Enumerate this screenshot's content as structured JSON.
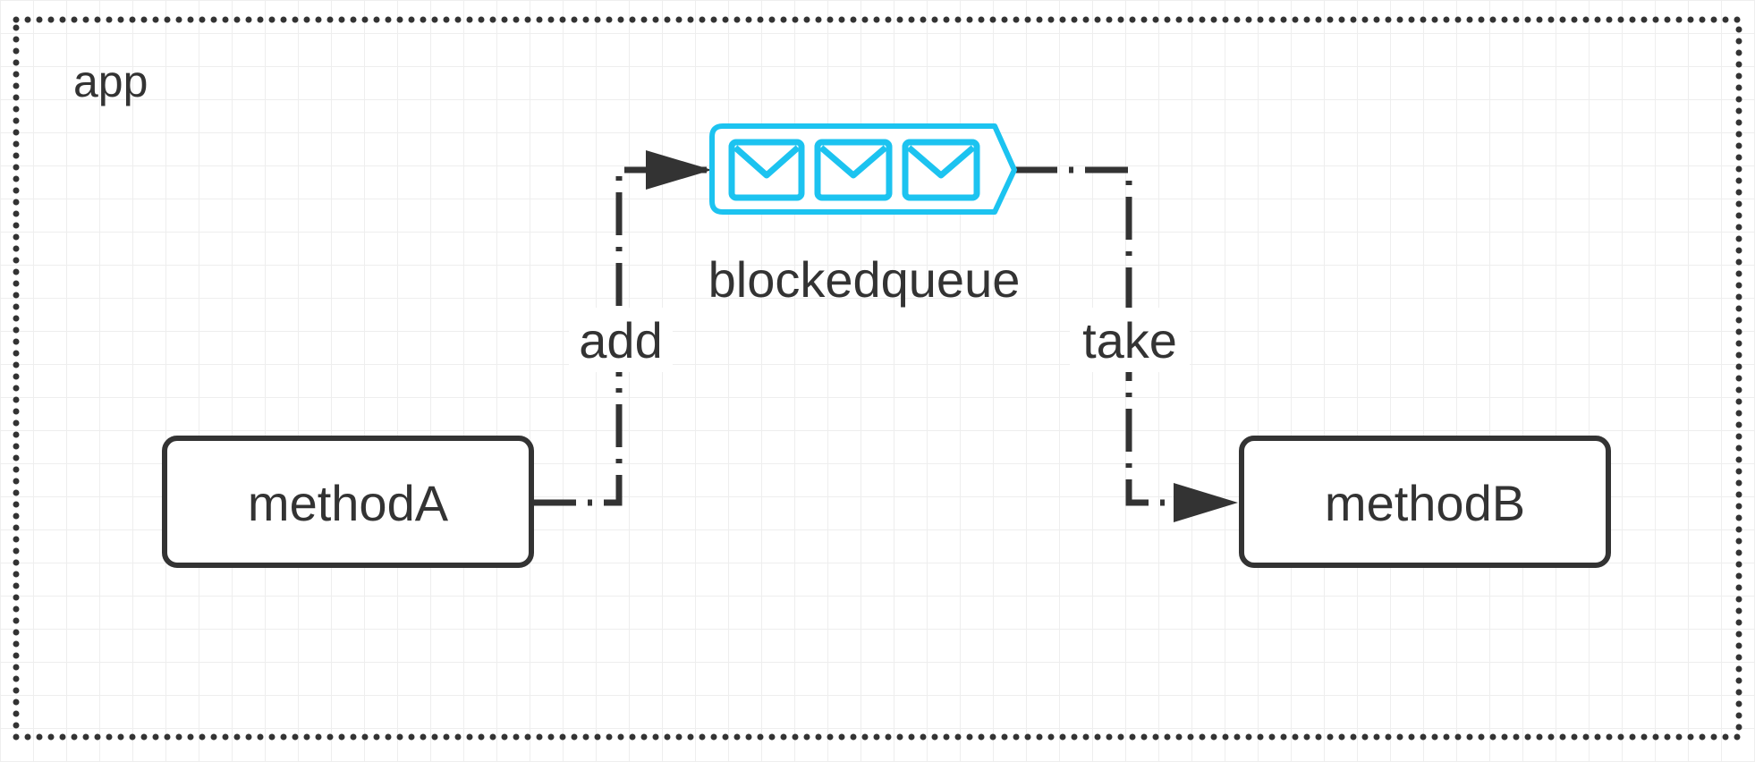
{
  "container": {
    "label": "app"
  },
  "nodes": {
    "method_a": {
      "label": "methodA"
    },
    "method_b": {
      "label": "methodB"
    },
    "queue": {
      "label": "blockedqueue",
      "icon": "message-queue-icon",
      "color": "#1CC3F0"
    }
  },
  "edges": {
    "add": {
      "label": "add"
    },
    "take": {
      "label": "take"
    }
  },
  "colors": {
    "stroke": "#333333",
    "text": "#333333",
    "queue": "#1CC3F0",
    "grid": "#eeeeee"
  }
}
